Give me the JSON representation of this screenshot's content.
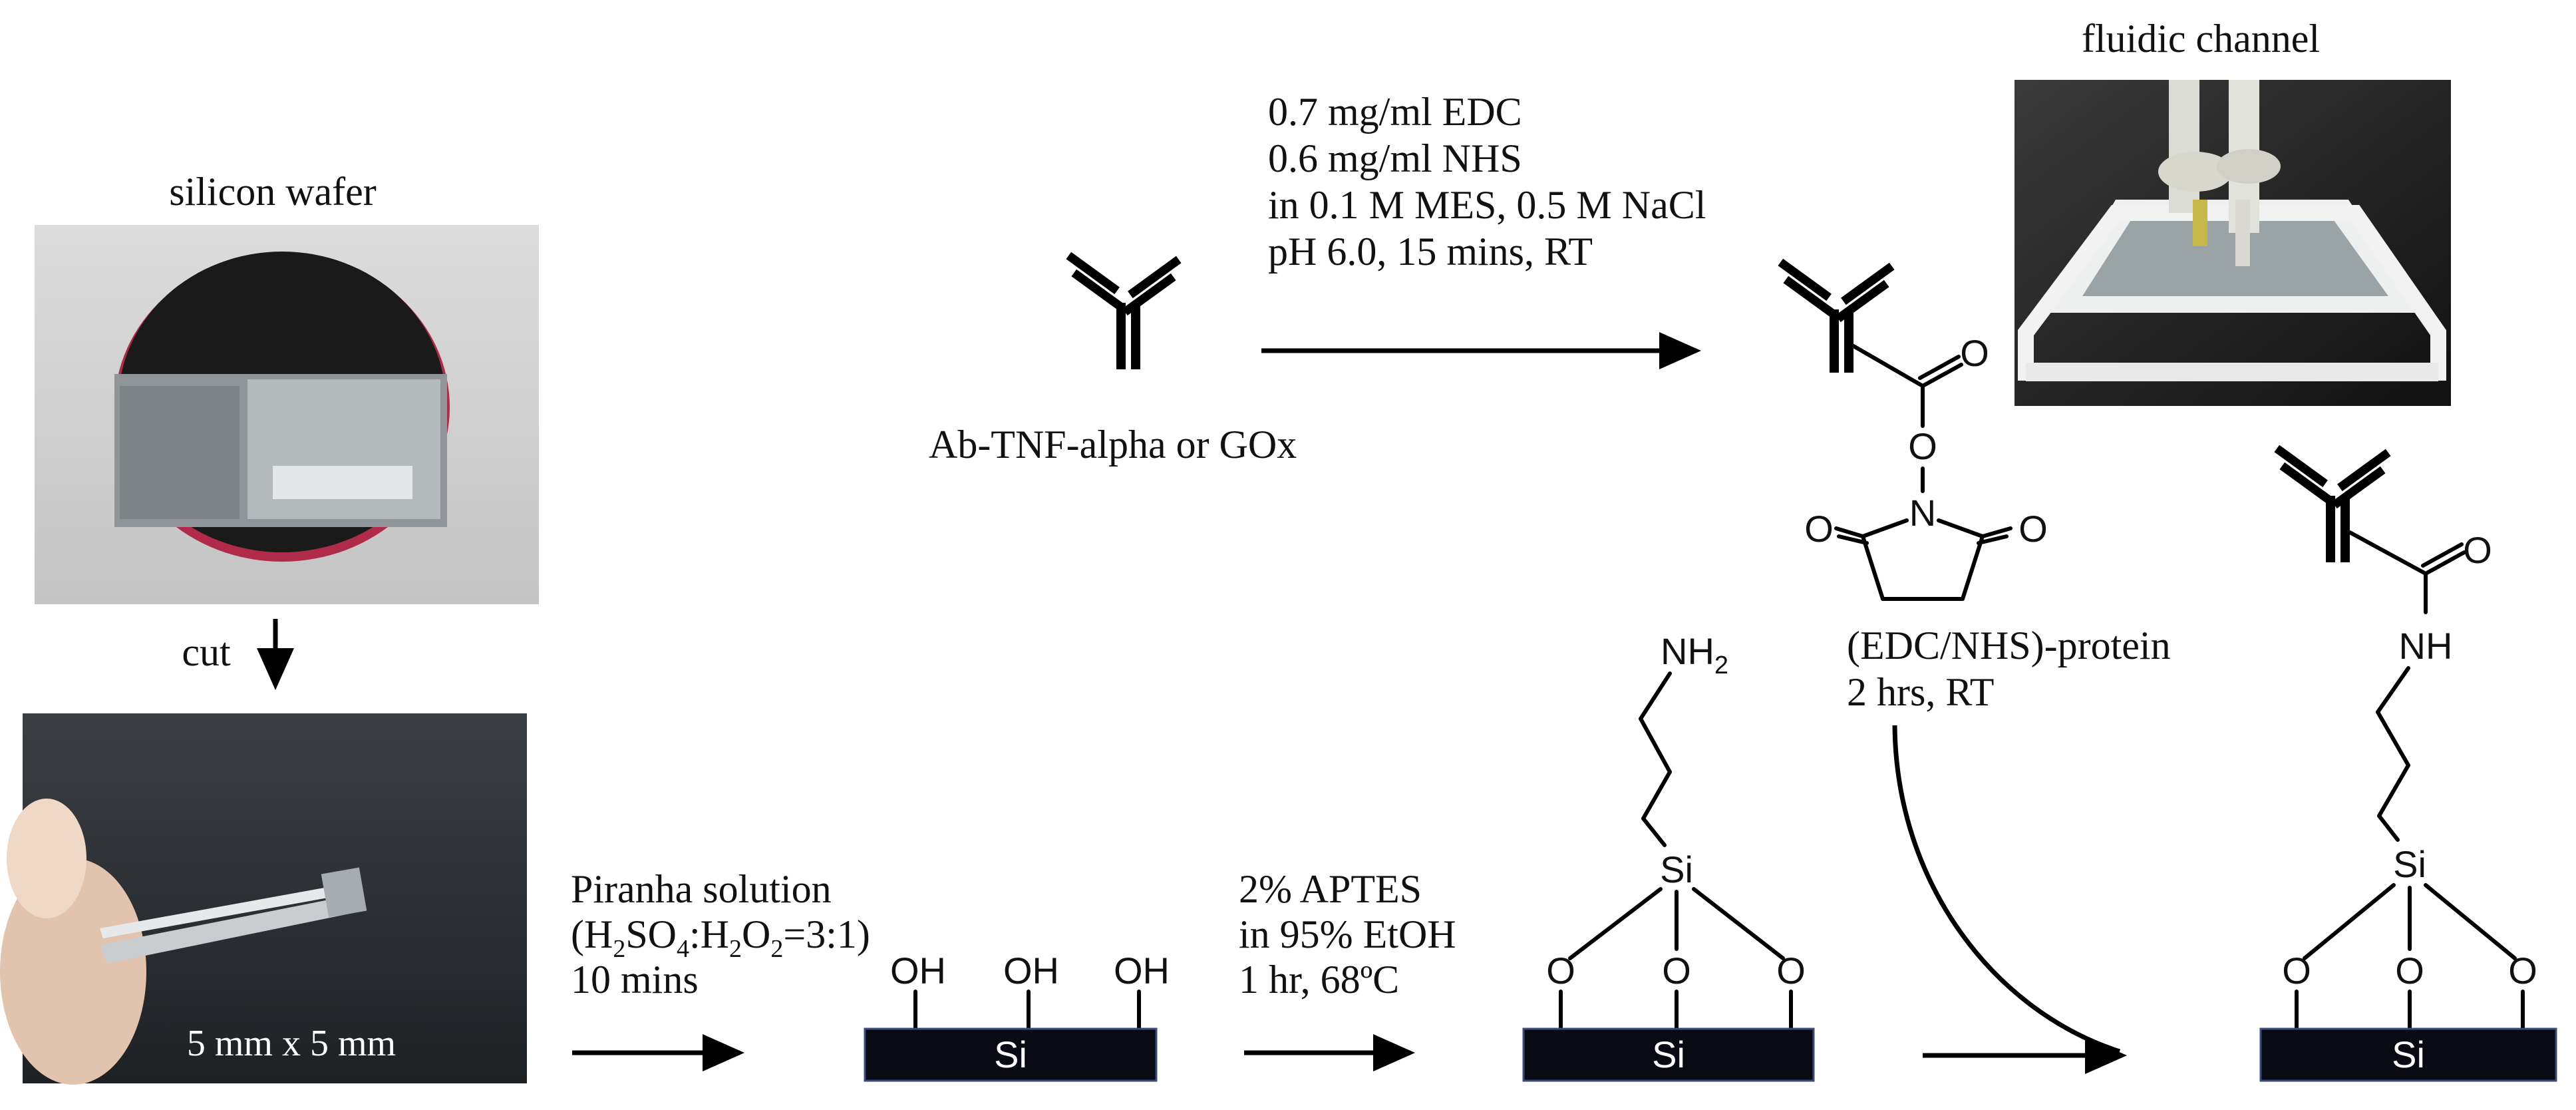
{
  "labels": {
    "silicon_wafer": "silicon wafer",
    "cut": "cut",
    "chip_size": "5 mm x 5 mm",
    "fluidic_channel": "fluidic channel",
    "antibody": "Ab-TNF-alpha or GOx",
    "edc_line1": "0.7 mg/ml EDC",
    "edc_line2": "0.6 mg/ml NHS",
    "edc_line3": "in 0.1 M MES, 0.5 M NaCl",
    "edc_line4": "pH 6.0, 15 mins, RT",
    "piranha_line1": "Piranha solution",
    "piranha_line3": "10 mins",
    "aptes_line1": "2% APTES",
    "aptes_line2": "in 95% EtOH",
    "aptes_line3": "1 hr, 68ºC",
    "conj_line1": "(EDC/NHS)-protein",
    "conj_line2": "2 hrs, RT"
  },
  "piranha_formula": {
    "open": "(H",
    "s1": "2",
    "so": "SO",
    "s2": "4",
    "mid": ":H",
    "s3": "2",
    "o": "O",
    "s4": "2",
    "ratio": "=3:1)"
  },
  "chem": {
    "oh": "OH",
    "si": "Si",
    "o": "O",
    "n": "N",
    "nh": "NH",
    "nh2_base": "NH",
    "nh2_sub": "2"
  },
  "colors": {
    "substrate": "#0a0a14",
    "substrate_text": "#ffffff"
  }
}
